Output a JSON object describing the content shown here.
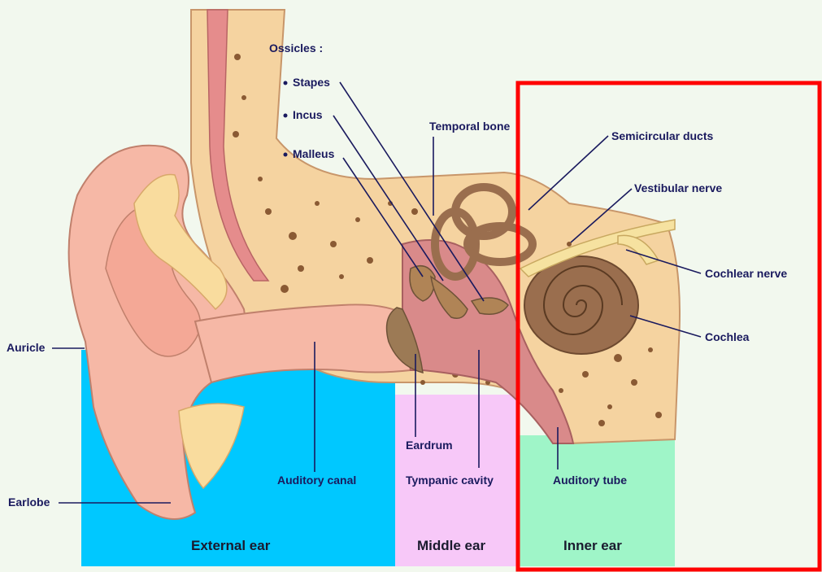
{
  "ossicles": {
    "heading": "Ossicles :",
    "items": [
      "Stapes",
      "Incus",
      "Malleus"
    ]
  },
  "labels": {
    "temporal_bone": "Temporal bone",
    "semicircular_ducts": "Semicircular ducts",
    "vestibular_nerve": "Vestibular nerve",
    "cochlear_nerve": "Cochlear nerve",
    "cochlea": "Cochlea",
    "auricle": "Auricle",
    "earlobe": "Earlobe",
    "auditory_canal": "Auditory canal",
    "eardrum": "Eardrum",
    "tympanic_cavity": "Tympanic cavity",
    "auditory_tube": "Auditory tube"
  },
  "regions": {
    "external": "External ear",
    "middle": "Middle ear",
    "inner": "Inner ear"
  },
  "colors": {
    "external_region": "#00c8ff",
    "middle_region": "#f7c8f8",
    "inner_region": "#9ff5c8",
    "highlight_box": "#ff0000",
    "bone": "#f5d3a0",
    "skin": "#f6b8a6",
    "cochlea": "#9a6e4e"
  }
}
